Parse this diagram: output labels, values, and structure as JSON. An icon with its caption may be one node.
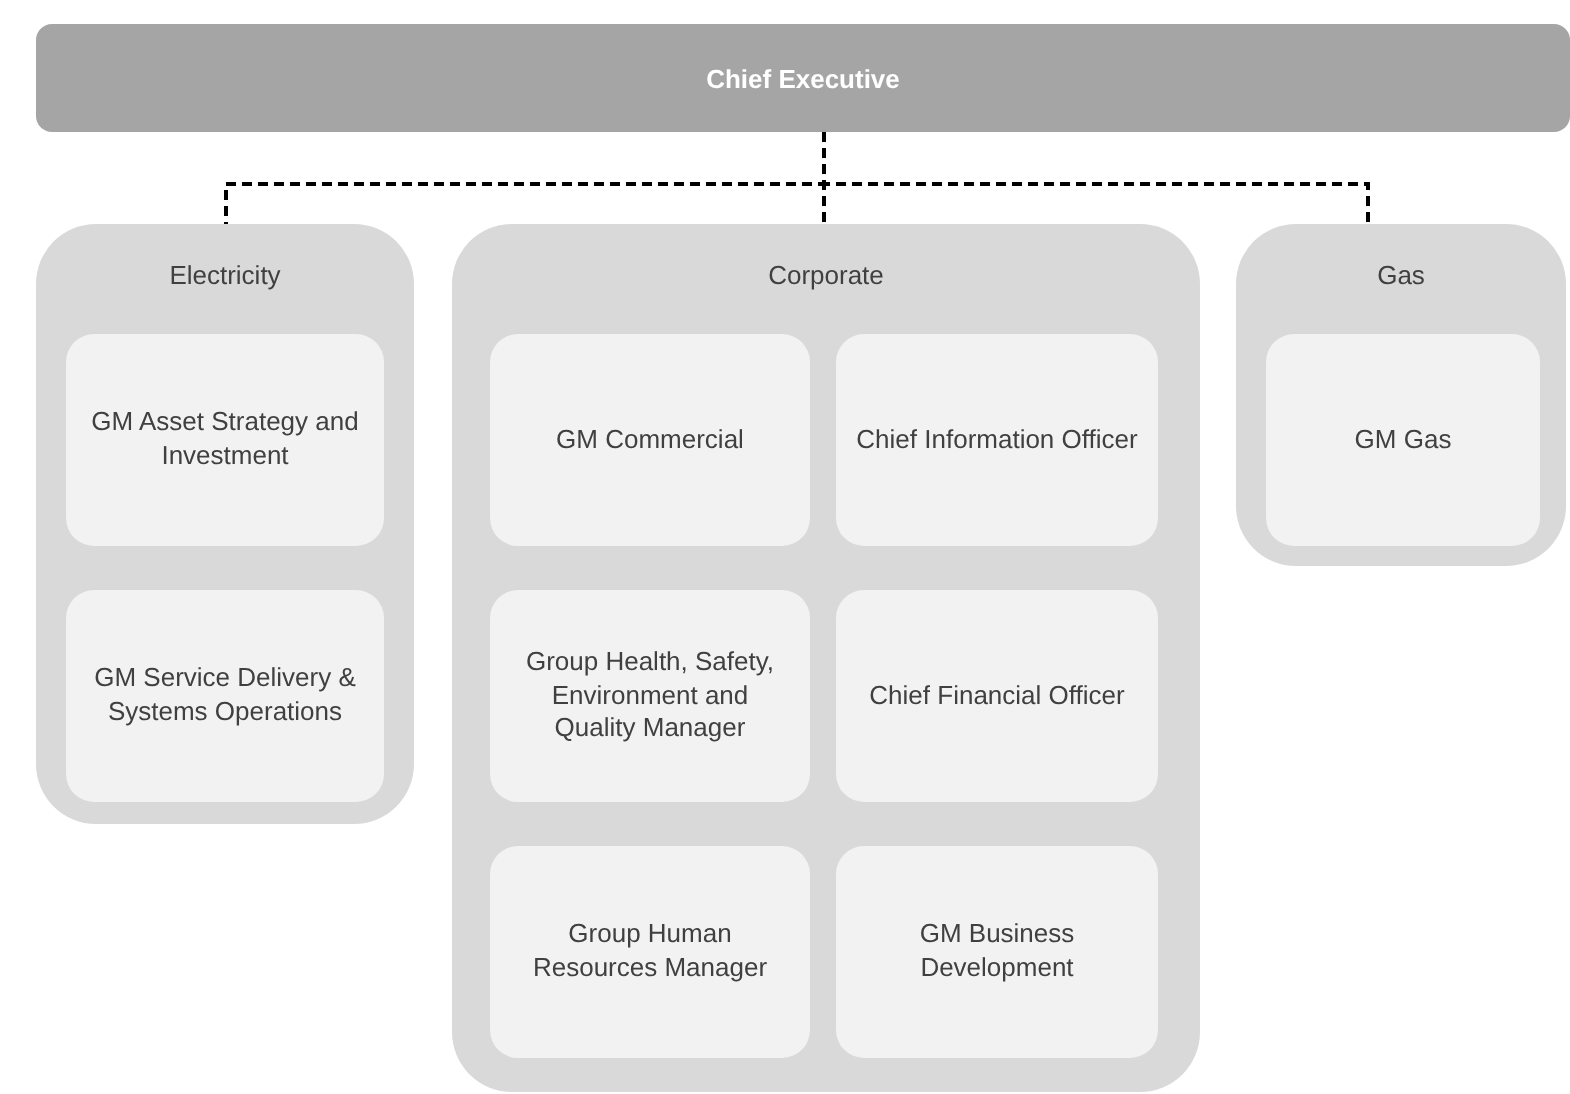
{
  "diagram": {
    "nodes": [
      {
        "text": [
          "Chief Executive"
        ]
      },
      {
        "text": [
          "Electricity"
        ]
      },
      {
        "text": [
          "GM Asset Strategy and Investment"
        ],
        "in": 1
      },
      {
        "text": [
          "GM Service Delivery & Systems Operations"
        ],
        "in": 1
      },
      {
        "text": [
          "Corporate"
        ]
      },
      {
        "text": [
          "GM Commercial"
        ],
        "in": 4
      },
      {
        "text": [
          "Chief Information Officer"
        ],
        "in": 4
      },
      {
        "text": [
          "Group Health, Safety, Environment and Quality Manager"
        ],
        "in": 4
      },
      {
        "text": [
          "Chief Financial Officer"
        ],
        "in": 4
      },
      {
        "text": [
          "Group Human Resources Manager"
        ],
        "in": 4
      },
      {
        "text": [
          "GM Business Development"
        ],
        "in": 4
      },
      {
        "text": [
          "Gas"
        ]
      },
      {
        "text": [
          "GM Gas"
        ],
        "in": 11
      }
    ],
    "edges": [
      {
        "from": 0,
        "to": 1,
        "arrow": "none",
        "style": "dashed"
      },
      {
        "from": 0,
        "to": 4,
        "arrow": "none",
        "style": "dashed"
      },
      {
        "from": 0,
        "to": 11,
        "arrow": "none",
        "style": "dashed"
      }
    ]
  }
}
